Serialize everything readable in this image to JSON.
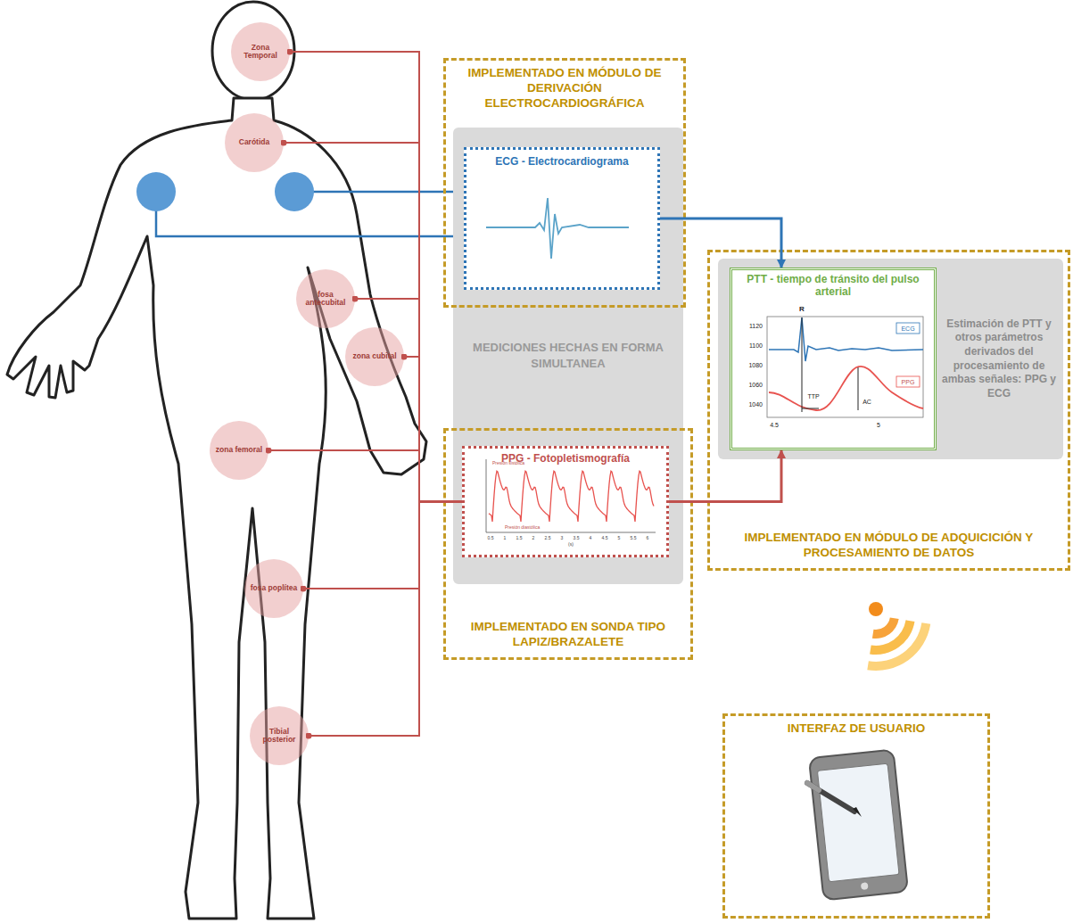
{
  "diagram": {
    "nodes": [
      {
        "text": [
          "Zona Temporal"
        ]
      },
      {
        "text": [
          "Carótida"
        ]
      },
      {
        "text": [
          "fosa antecubital"
        ]
      },
      {
        "text": [
          "zona cubital"
        ]
      },
      {
        "text": [
          "zona femoral"
        ]
      },
      {
        "text": [
          "fosa poplítea"
        ]
      },
      {
        "text": [
          "Tibial posterior"
        ]
      },
      {
        "text": [
          "IMPLEMENTADO EN MÓDULO DE DERIVACIÓN ELECTROCARDIOGRÁFICA"
        ]
      },
      {
        "text": [
          "ECG - Electrocardiograma"
        ],
        "in": 7
      },
      {
        "text": [
          "MEDICIONES HECHAS EN FORMA SIMULTANEA"
        ]
      },
      {
        "text": [
          "IMPLEMENTADO EN SONDA TIPO LAPIZ/BRAZALETE"
        ]
      },
      {
        "text": [
          "PPG - Fotopletismografía"
        ],
        "in": 10
      },
      {
        "text": [
          "IMPLEMENTADO EN MÓDULO DE ADQUICICIÓN Y PROCESAMIENTO DE DATOS"
        ]
      },
      {
        "text": [
          "Estimación de PTT y otros parámetros derivados del procesamiento de ambas señales: PPG y ECG"
        ],
        "in": 12
      },
      {
        "text": [
          "PTT - tiempo de tránsito del pulso arterial"
        ],
        "in": 13
      },
      {
        "text": [
          "INTERFAZ DE USUARIO"
        ]
      }
    ],
    "edges": [
      {
        "from": 0,
        "to": 11,
        "arrow": "none"
      },
      {
        "from": 1,
        "to": 11,
        "arrow": "none"
      },
      {
        "from": 2,
        "to": 11,
        "arrow": "none"
      },
      {
        "from": 3,
        "to": 11,
        "arrow": "none"
      },
      {
        "from": 4,
        "to": 11,
        "arrow": "none"
      },
      {
        "from": 5,
        "to": 11,
        "arrow": "none"
      },
      {
        "from": 6,
        "to": 11,
        "arrow": "none"
      },
      {
        "from": 8,
        "to": 14,
        "arrow": "to"
      },
      {
        "from": 11,
        "to": 14,
        "arrow": "to"
      }
    ],
    "labels": [
      "1120",
      "1100",
      "1080",
      "1060",
      "1040",
      "4.5",
      "5",
      "R",
      "ECG",
      "PPG",
      "TTP",
      "AC",
      "Presión sistólica",
      "Presión diastólica",
      "0.5",
      "1",
      "1.5",
      "2",
      "2.5",
      "3",
      "3.5",
      "4",
      "4.5",
      "5",
      "5.5",
      "6",
      "(s)"
    ]
  }
}
